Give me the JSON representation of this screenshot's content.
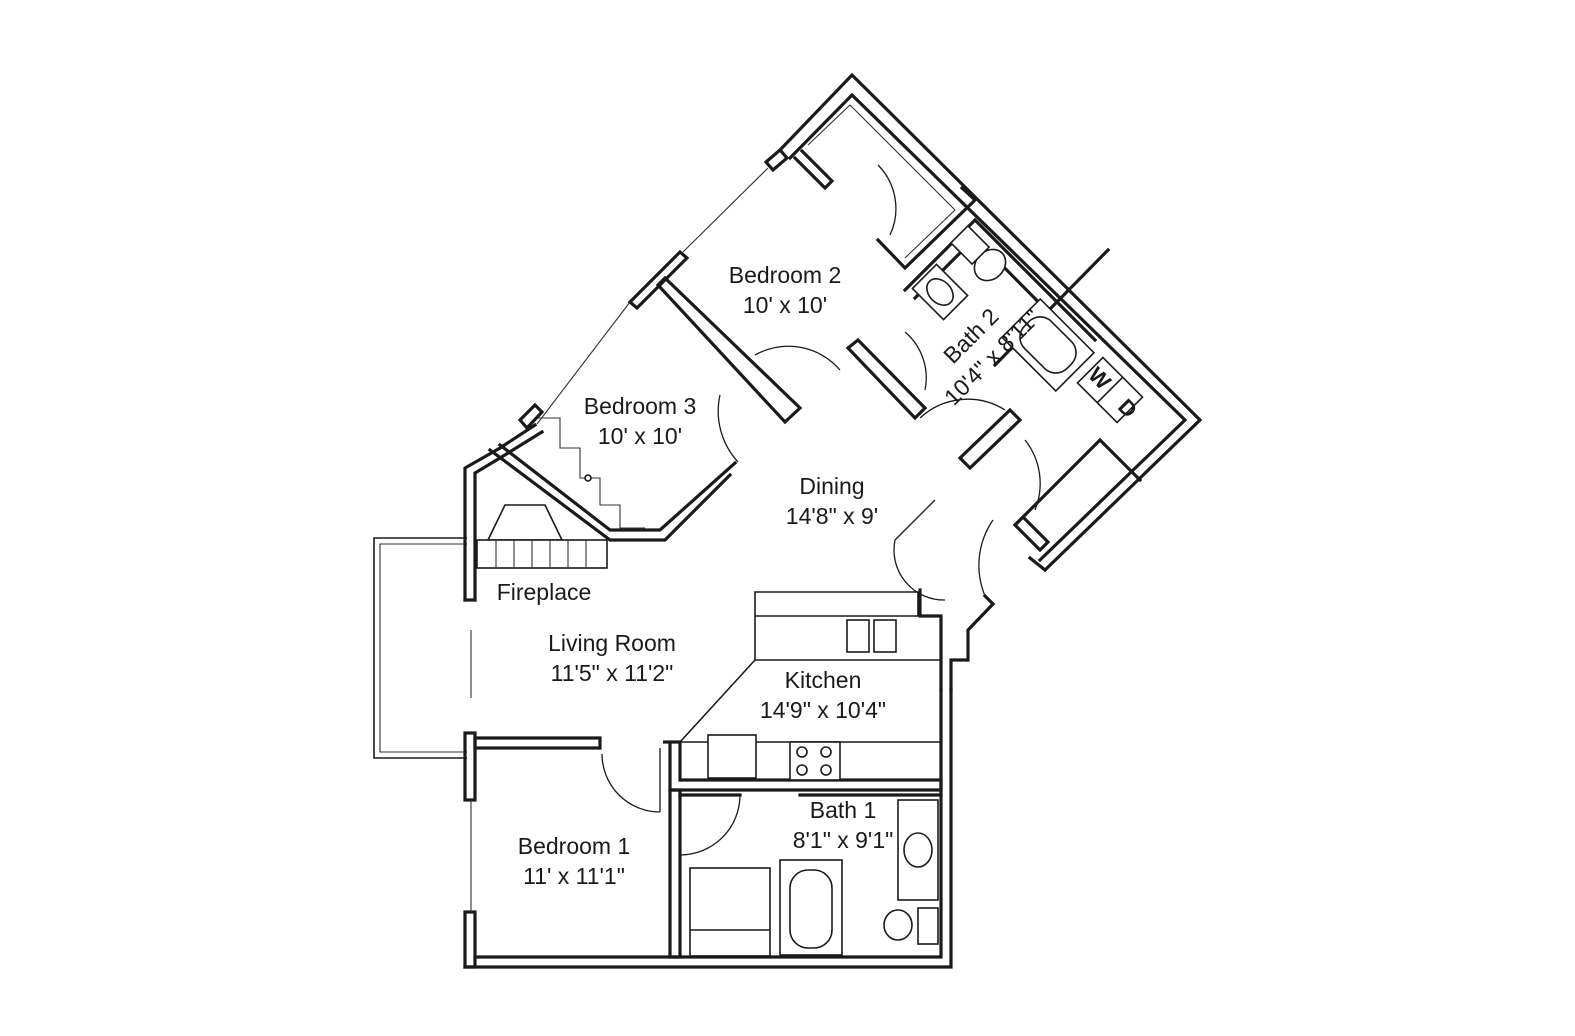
{
  "rooms": {
    "bedroom2": {
      "name": "Bedroom 2",
      "size": "10' x 10'"
    },
    "bath2": {
      "name": "Bath 2",
      "size": "10'4\" x 8'11\""
    },
    "bedroom3": {
      "name": "Bedroom 3",
      "size": "10' x 10'"
    },
    "dining": {
      "name": "Dining",
      "size": "14'8\" x 9'"
    },
    "fireplace": {
      "name": "Fireplace"
    },
    "living": {
      "name": "Living Room",
      "size": "11'5\" x 11'2\""
    },
    "kitchen": {
      "name": "Kitchen",
      "size": "14'9\" x 10'4\""
    },
    "bath1": {
      "name": "Bath 1",
      "size": "8'1\" x 9'1\""
    },
    "bedroom1": {
      "name": "Bedroom 1",
      "size": "11' x 11'1\""
    }
  },
  "appliances": {
    "washer": "W",
    "dryer": "D"
  }
}
